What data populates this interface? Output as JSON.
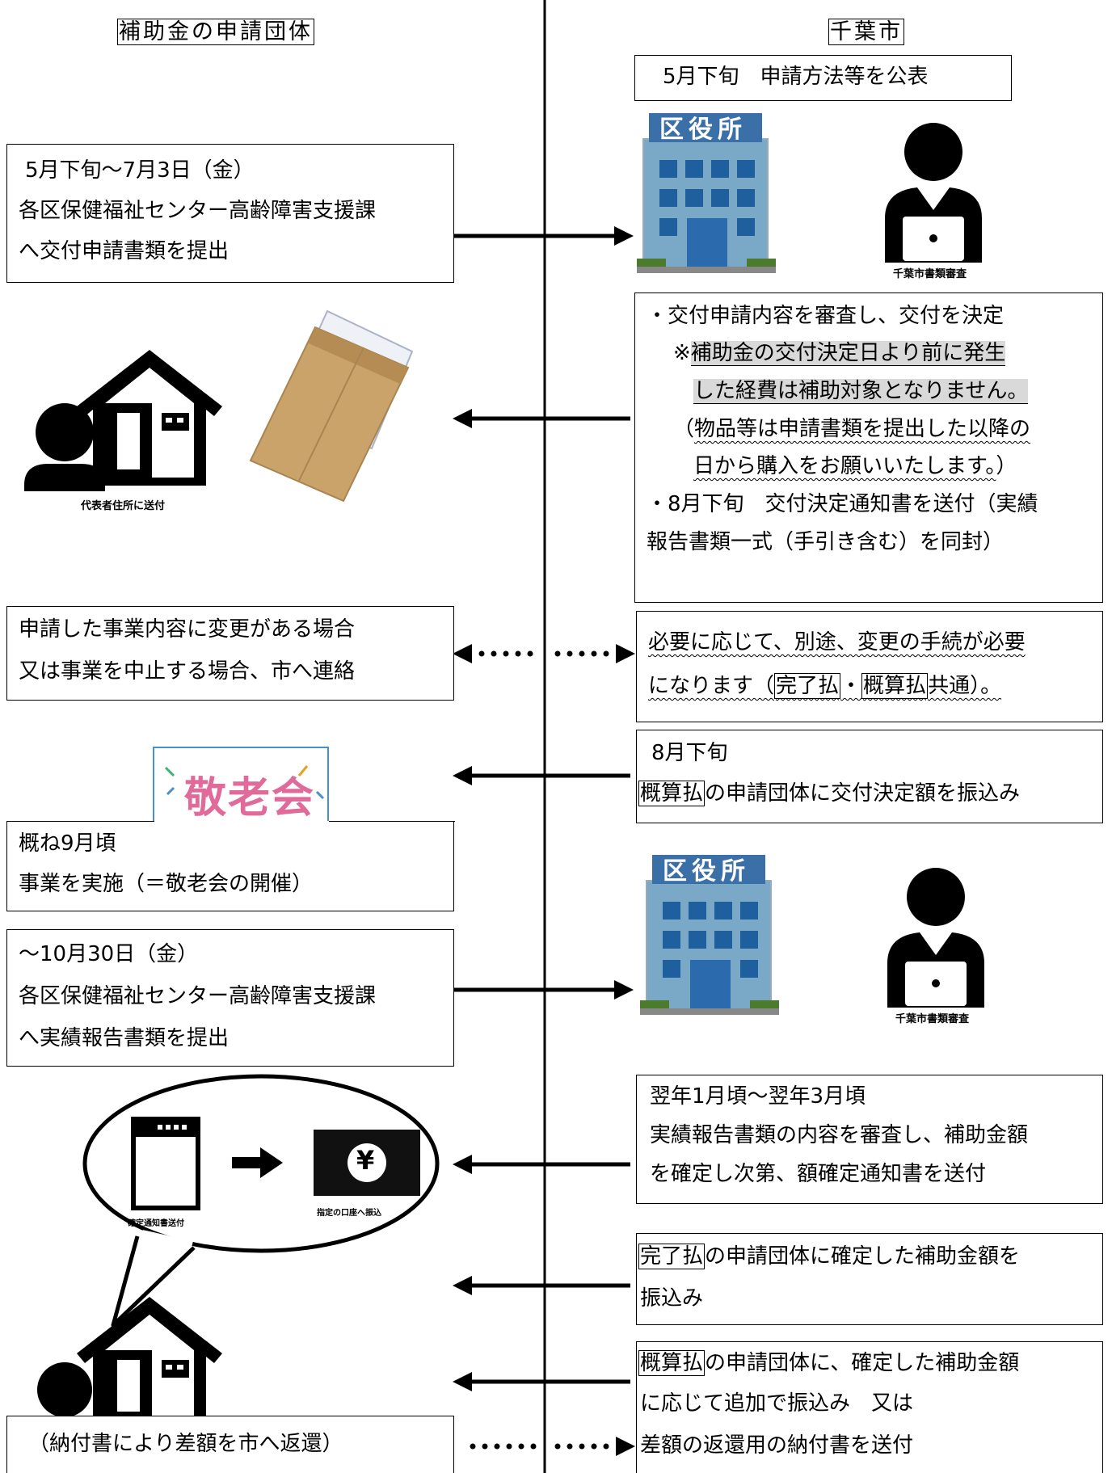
{
  "headers": {
    "left": "補助金の申請団体",
    "right": "千葉市"
  },
  "step1": {
    "text": "5月下旬　申請方法等を公表"
  },
  "step2": {
    "line1": "5月下旬～7月3日（金）",
    "line2": "各区保健福祉センター高齢障害支援課",
    "line3": "へ交付申請書類を提出"
  },
  "building": {
    "sign": "区役所"
  },
  "review_caption": "千葉市書類審査",
  "mail_caption": "代表者住所に送付",
  "step3": {
    "line1": "・交付申請内容を審査し、交付を決定",
    "line2_mark": "※",
    "line2_text": "補助金の交付決定日より前に発生",
    "line3": "した経費は補助対象となりません。",
    "line4_pre": "（",
    "line4_text": "物品等は申請書類を提出した以降の",
    "line5_text": "日から購入をお願いいたします。",
    "line5_post": "）",
    "line6": "・8月下旬　交付決定通知書を送付（実績",
    "line7": "報告書類一式（手引き含む）を同封）"
  },
  "step4": {
    "line1": "申請した事業内容に変更がある場合",
    "line2": "又は事業を中止する場合、市へ連絡"
  },
  "step4r": {
    "line1": "必要に応じて、別途、変更の手続が必要",
    "line2_a": "になります（",
    "line2_b": "完了払",
    "line2_c": "・",
    "line2_d": "概算払",
    "line2_e": "共通）。"
  },
  "step5": {
    "line1": "8月下旬",
    "line2_framed": "概算払",
    "line2_rest": "の申請団体に交付決定額を振込み"
  },
  "keirokai": {
    "label": "敬老会"
  },
  "step6": {
    "line1": "概ね9月頃",
    "line2": "事業を実施（＝敬老会の開催）"
  },
  "step7": {
    "line1": "～10月30日（金）",
    "line2": "各区保健福祉センター高齢障害支援課",
    "line3": "へ実績報告書類を提出"
  },
  "step8": {
    "line1": "翌年1月頃～翌年3月頃",
    "line2": "実績報告書類の内容を審査し、補助金額",
    "line3": "を確定し次第、額確定通知書を送付"
  },
  "bubble": {
    "left_caption": "確定通知書送付",
    "right_caption": "指定の口座へ振込",
    "yen": "¥"
  },
  "step9": {
    "line1_framed": "完了払",
    "line1_rest": "の申請団体に確定した補助金額を",
    "line2": "振込み"
  },
  "step10": {
    "line1_framed": "概算払",
    "line1_rest": "の申請団体に、確定した補助金額",
    "line2": "に応じて追加で振込み　又は",
    "line3": "差額の返還用の納付書を送付"
  },
  "step10l": {
    "text": "（納付書により差額を市へ返還）"
  }
}
